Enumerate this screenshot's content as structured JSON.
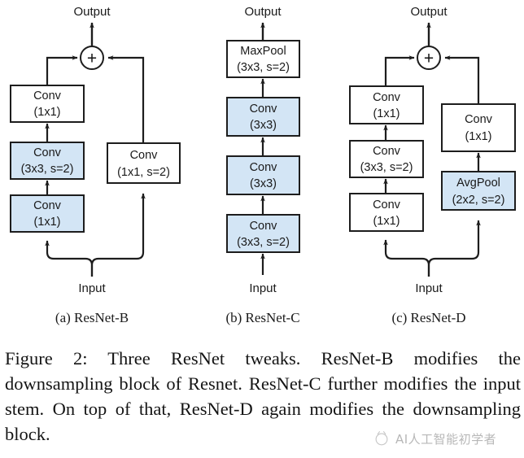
{
  "figure": {
    "caption_label": "Figure 2:",
    "caption_text": "Figure 2:  Three ResNet tweaks.  ResNet-B modifies the downsampling block of Resnet. ResNet-C further modifies the input stem. On top of that, ResNet-D again modifies the downsampling block.",
    "colors": {
      "highlight_fill": "#d3e5f5",
      "plain_fill": "#ffffff",
      "stroke": "#1d1d1d",
      "text": "#1a1a1a"
    },
    "io": {
      "input": "Input",
      "output": "Output",
      "sum_symbol": "+"
    },
    "panels": [
      {
        "id": "a",
        "caption": "(a) ResNet-B",
        "main_path": [
          {
            "name": "Conv",
            "params": "(1x1)",
            "highlight": true
          },
          {
            "name": "Conv",
            "params": "(3x3, s=2)",
            "highlight": true
          },
          {
            "name": "Conv",
            "params": "(1x1)",
            "highlight": false
          }
        ],
        "shortcut_path": [
          {
            "name": "Conv",
            "params": "(1x1, s=2)",
            "highlight": false
          }
        ]
      },
      {
        "id": "b",
        "caption": "(b) ResNet-C",
        "main_path": [
          {
            "name": "Conv",
            "params": "(3x3, s=2)",
            "highlight": true
          },
          {
            "name": "Conv",
            "params": "(3x3)",
            "highlight": true
          },
          {
            "name": "Conv",
            "params": "(3x3)",
            "highlight": true
          },
          {
            "name": "MaxPool",
            "params": "(3x3, s=2)",
            "highlight": false
          }
        ],
        "shortcut_path": []
      },
      {
        "id": "c",
        "caption": "(c) ResNet-D",
        "main_path": [
          {
            "name": "Conv",
            "params": "(1x1)",
            "highlight": false
          },
          {
            "name": "Conv",
            "params": "(3x3, s=2)",
            "highlight": false
          },
          {
            "name": "Conv",
            "params": "(1x1)",
            "highlight": false
          }
        ],
        "shortcut_path": [
          {
            "name": "AvgPool",
            "params": "(2x2, s=2)",
            "highlight": true
          },
          {
            "name": "Conv",
            "params": "(1x1)",
            "highlight": false
          }
        ]
      }
    ]
  },
  "watermark": {
    "text": "AI人工智能初学者"
  }
}
